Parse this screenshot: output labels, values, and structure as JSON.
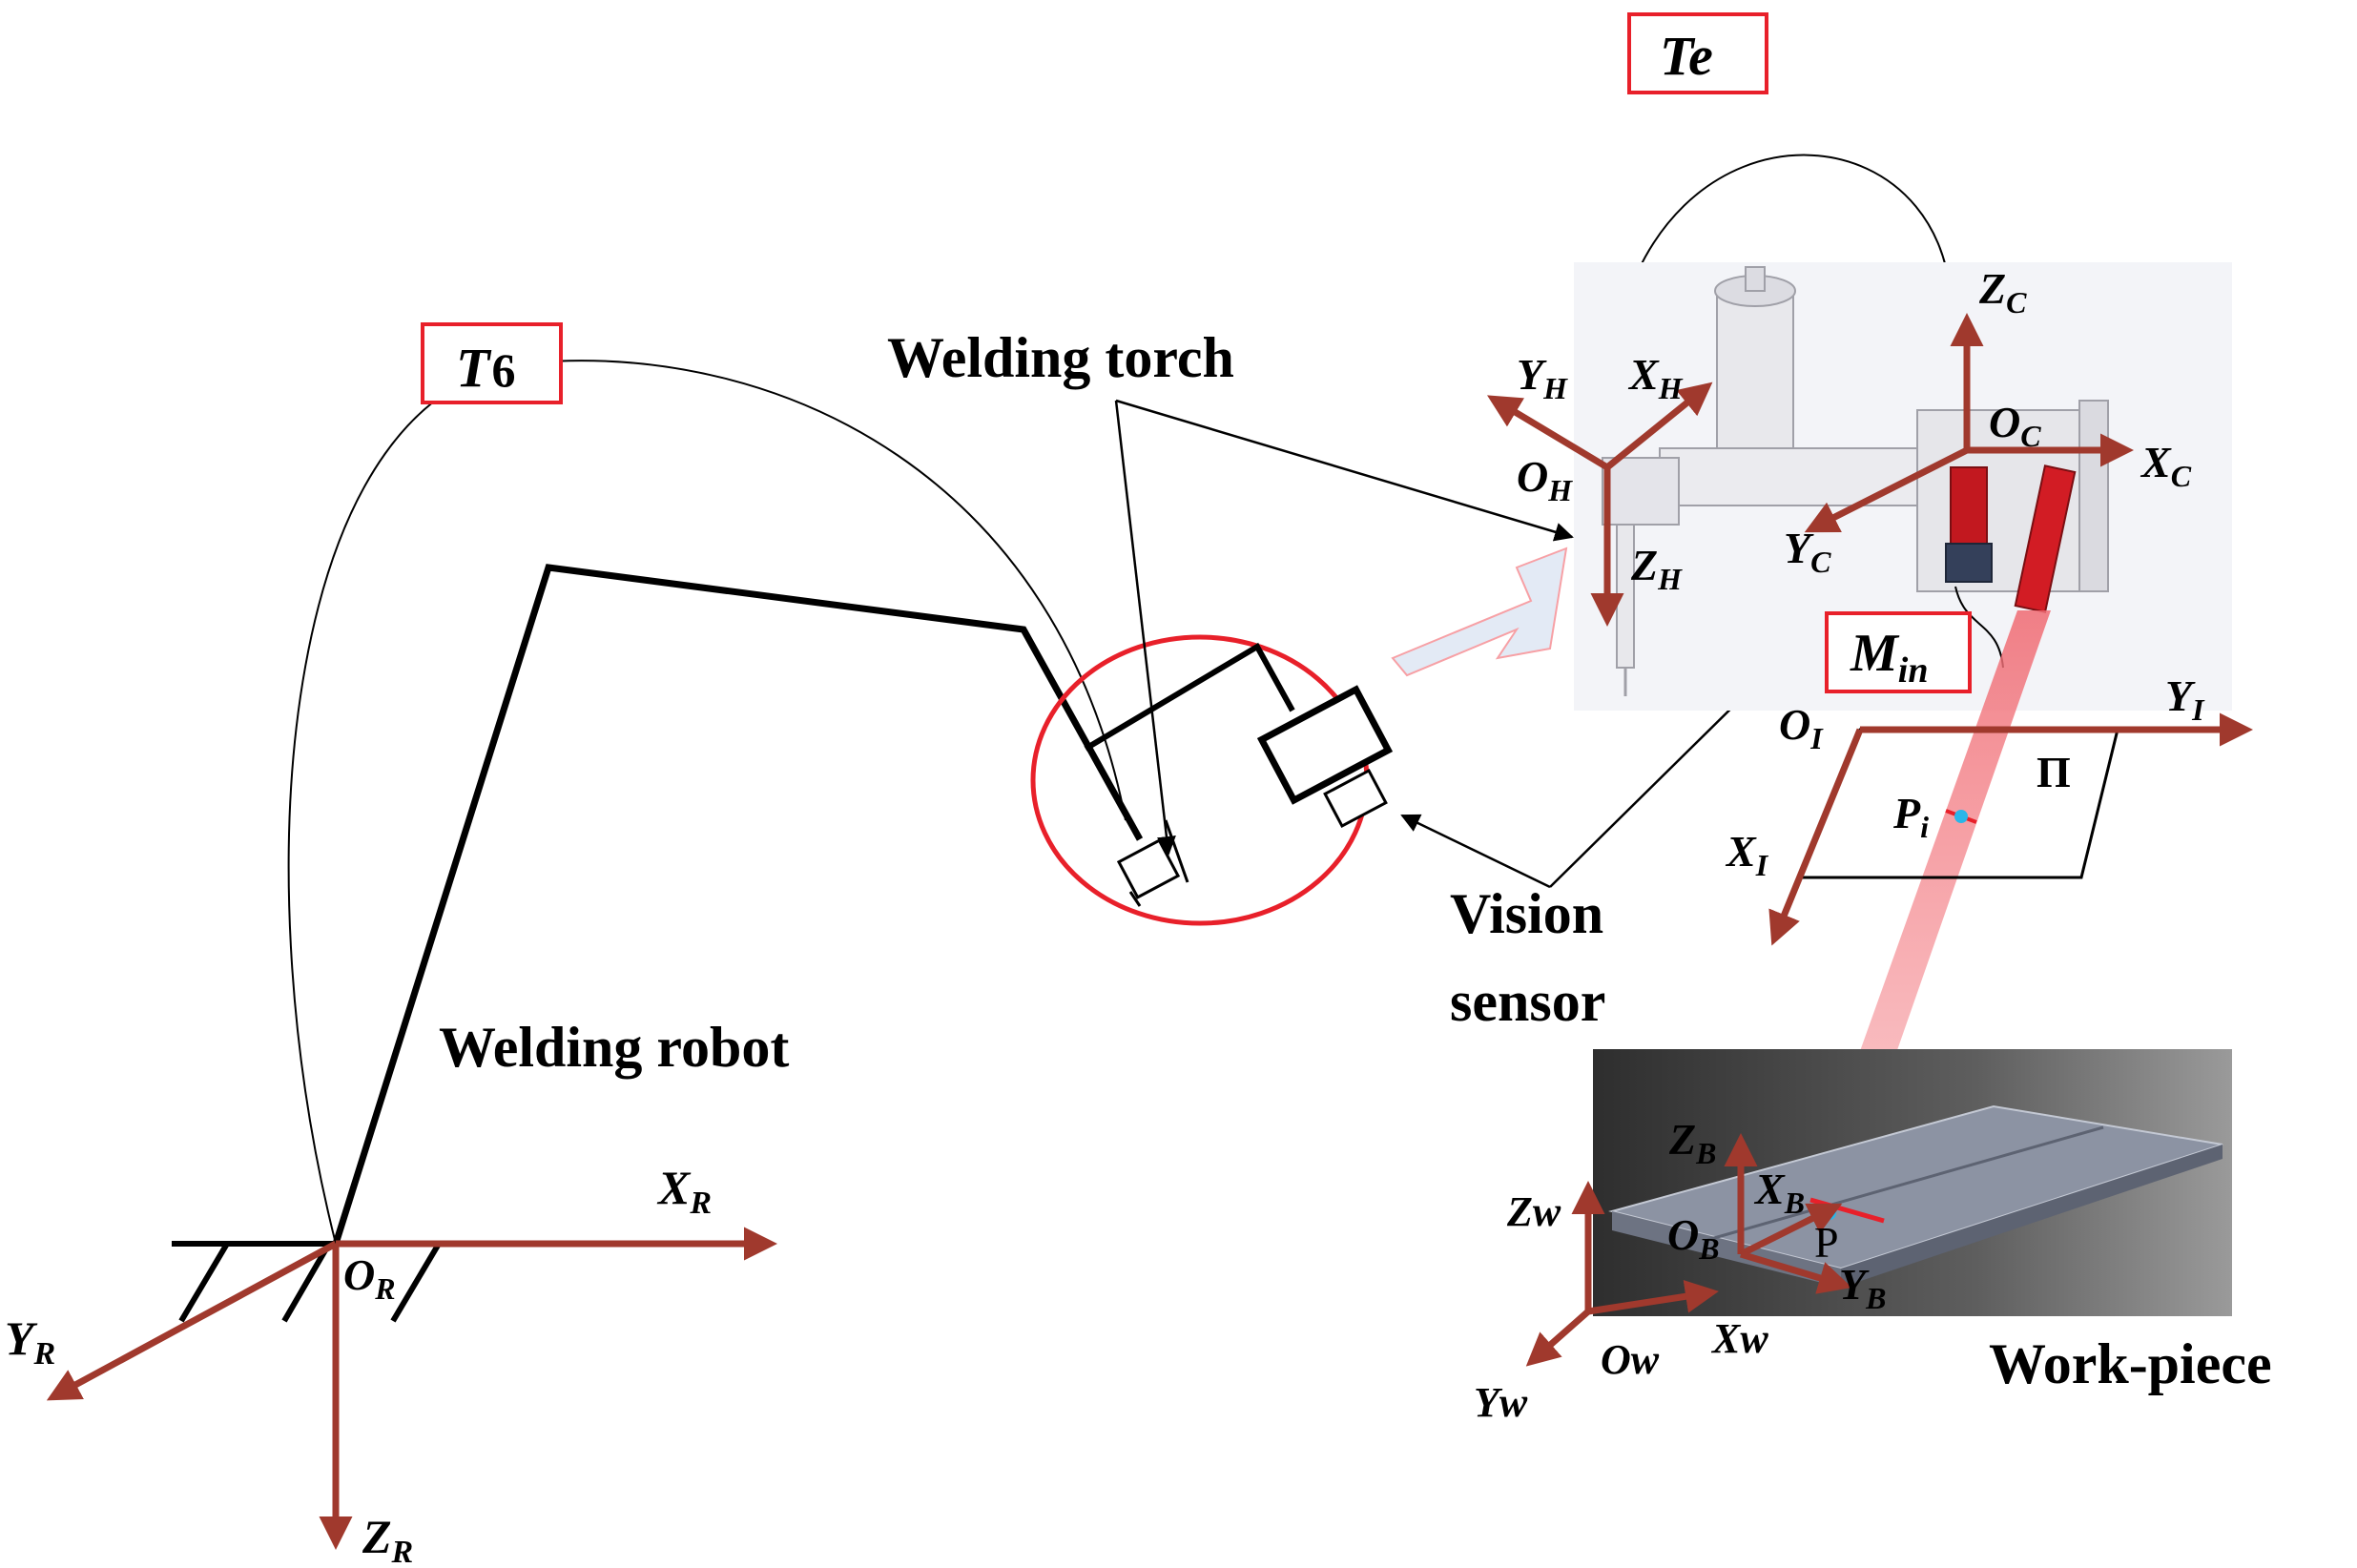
{
  "colors": {
    "axis": "#a0392d",
    "highlight": "#e8202a",
    "line": "#000000",
    "laser": "#f7a0a5",
    "workpiece_bg": "#4a4a4a",
    "workpiece_plate": "#8c93a3"
  },
  "transforms": {
    "t6": {
      "main": "T",
      "sub": "6"
    },
    "te": {
      "main": "Te"
    },
    "min": {
      "main": "M",
      "sub": "in"
    }
  },
  "callouts": {
    "welding_torch": "Welding torch",
    "vision_sensor_line1": "Vision",
    "vision_sensor_line2": "sensor",
    "welding_robot": "Welding robot",
    "work_piece": "Work-piece"
  },
  "frames": {
    "robot": {
      "x": {
        "main": "X",
        "sub": "R"
      },
      "y": {
        "main": "Y",
        "sub": "R"
      },
      "z": {
        "main": "Z",
        "sub": "R"
      },
      "origin": {
        "main": "O",
        "sub": "R"
      }
    },
    "torch": {
      "x": {
        "main": "X",
        "sub": "H"
      },
      "y": {
        "main": "Y",
        "sub": "H"
      },
      "z": {
        "main": "Z",
        "sub": "H"
      },
      "origin": {
        "main": "O",
        "sub": "H"
      }
    },
    "camera": {
      "x": {
        "main": "X",
        "sub": "C"
      },
      "y": {
        "main": "Y",
        "sub": "C"
      },
      "z": {
        "main": "Z",
        "sub": "C"
      },
      "origin": {
        "main": "O",
        "sub": "C"
      }
    },
    "image": {
      "x": {
        "main": "X",
        "sub": "I"
      },
      "y": {
        "main": "Y",
        "sub": "I"
      },
      "origin": {
        "main": "O",
        "sub": "I"
      },
      "point": {
        "main": "P",
        "sub": "i"
      },
      "plane": "Π"
    },
    "base": {
      "x": {
        "main": "X",
        "sub": "B"
      },
      "y": {
        "main": "Y",
        "sub": "B"
      },
      "z": {
        "main": "Z",
        "sub": "B"
      },
      "origin": {
        "main": "O",
        "sub": "B"
      },
      "point": "P"
    },
    "world": {
      "x": "Xw",
      "y": "Yw",
      "z": "Zw",
      "origin": "Ow"
    }
  }
}
